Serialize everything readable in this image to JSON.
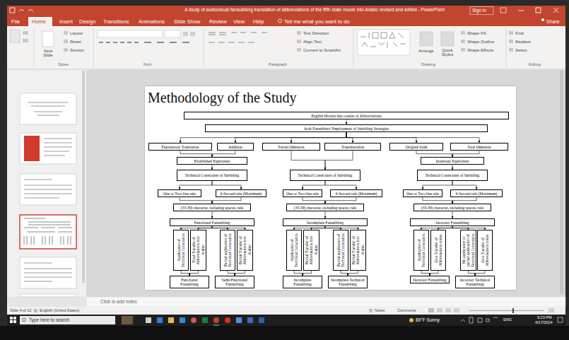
{
  "diagram": {
    "title": "Methodology of the Study",
    "nodes": [
      {
        "text": [
          "English Movies that consist of Abbreviations"
        ]
      },
      {
        "text": [
          "Arab Fansubbers' Employment of Subtitling Strategies"
        ]
      },
      {
        "text": [
          "Explanatory Translation"
        ]
      },
      {
        "text": [
          "Addition"
        ]
      },
      {
        "text": [
          "Partial Omission"
        ]
      },
      {
        "text": [
          "Transliteration"
        ]
      },
      {
        "text": [
          "Original form"
        ]
      },
      {
        "text": [
          "Total Omission"
        ]
      },
      {
        "text": [
          "Established Equivalent"
        ]
      },
      {
        "text": [
          "Irrelevant Equivalent"
        ]
      },
      {
        "text": [
          "Technical Constraints of Subtitling"
        ]
      },
      {
        "text": [
          "One or Two-line rule"
        ]
      },
      {
        "text": [
          "6-Second rule (Maximum)"
        ]
      },
      {
        "text": [
          "(33-39) character, including spaces, rule"
        ]
      },
      {
        "text": [
          "Functional Fansubbing"
        ]
      },
      {
        "text": [
          "Application of Technical Constraints"
        ]
      },
      {
        "text": [
          "Total Transfer of Abbreviations into Arabic"
        ]
      },
      {
        "text": [
          "Partial application of Technical Constraints"
        ]
      },
      {
        "text": [
          "Partial Transfer of Abbreviations into Arabic"
        ]
      },
      {
        "text": [
          "Functional Fansubbing"
        ]
      },
      {
        "text": [
          "Semi-Functional Fansubbing"
        ]
      },
      {
        "text": [
          "Technical Constraints of Subtitling"
        ]
      },
      {
        "text": [
          "One or Two-line rule"
        ]
      },
      {
        "text": [
          "6-Second rule (Maximum)"
        ]
      },
      {
        "text": [
          "(33-39) character, including spaces, rule"
        ]
      },
      {
        "text": [
          "Incomplete Fansubbing"
        ]
      },
      {
        "text": [
          "Application of Technical Constraints"
        ]
      },
      {
        "text": [
          "Partial Transfer of Abbreviations into Arabic"
        ]
      },
      {
        "text": [
          "Partial application of Technical Constraints"
        ]
      },
      {
        "text": [
          "Partial Transfer of Abbreviations into Arabic"
        ]
      },
      {
        "text": [
          "Incomplete Fansubbing"
        ]
      },
      {
        "text": [
          "Incomplete Technical Fansubbing"
        ]
      },
      {
        "text": [
          "Technical Constraints of Subtitling"
        ]
      },
      {
        "text": [
          "One or Two-line rule"
        ]
      },
      {
        "text": [
          "6-Second rule (Maximum)"
        ]
      },
      {
        "text": [
          "(33-39) character, including spaces, rule"
        ]
      },
      {
        "text": [
          "Incorrect Fansubbing"
        ]
      },
      {
        "text": [
          "Application of Technical Constraints"
        ]
      },
      {
        "text": [
          "Zero Transfer of Abbreviations codes"
        ]
      },
      {
        "text": [
          "No application or partial application of Technical Constraints"
        ]
      },
      {
        "text": [
          "Zero Transfer of Abbreviations codes"
        ]
      },
      {
        "text": [
          "Incorrect Fansubbing"
        ]
      },
      {
        "text": [
          "Incorrect Technical Fansubbing"
        ]
      }
    ],
    "edges": [
      {
        "from": 0,
        "to": 1,
        "arrow": "to"
      },
      {
        "from": 1,
        "to": 2,
        "arrow": "to"
      },
      {
        "from": 1,
        "to": 3,
        "arrow": "to"
      },
      {
        "from": 1,
        "to": 4,
        "arrow": "to"
      },
      {
        "from": 1,
        "to": 5,
        "arrow": "to"
      },
      {
        "from": 1,
        "to": 6,
        "arrow": "to"
      },
      {
        "from": 1,
        "to": 7,
        "arrow": "to"
      },
      {
        "from": 2,
        "to": 8,
        "arrow": "to"
      },
      {
        "from": 3,
        "to": 8,
        "arrow": "to"
      },
      {
        "from": 6,
        "to": 9,
        "arrow": "to"
      },
      {
        "from": 7,
        "to": 9,
        "arrow": "to"
      },
      {
        "from": 8,
        "to": 10,
        "arrow": "to"
      },
      {
        "from": 4,
        "to": 21,
        "arrow": "to"
      },
      {
        "from": 5,
        "to": 21,
        "arrow": "to"
      },
      {
        "from": 9,
        "to": 32,
        "arrow": "to"
      },
      {
        "from": 10,
        "to": 11,
        "arrow": "to"
      },
      {
        "from": 10,
        "to": 12,
        "arrow": "to"
      },
      {
        "from": 11,
        "to": 13,
        "arrow": "to"
      },
      {
        "from": 12,
        "to": 13,
        "arrow": "to"
      },
      {
        "from": 13,
        "to": 14,
        "arrow": "to"
      },
      {
        "from": 14,
        "to": 15,
        "arrow": "to"
      },
      {
        "from": 14,
        "to": 16,
        "arrow": "to"
      },
      {
        "from": 14,
        "to": 17,
        "arrow": "to"
      },
      {
        "from": 14,
        "to": 18,
        "arrow": "to"
      },
      {
        "from": 15,
        "to": 19,
        "arrow": "to"
      },
      {
        "from": 16,
        "to": 19,
        "arrow": "to"
      },
      {
        "from": 17,
        "to": 20,
        "arrow": "to"
      },
      {
        "from": 18,
        "to": 20,
        "arrow": "to"
      },
      {
        "from": 21,
        "to": 22,
        "arrow": "to"
      },
      {
        "from": 21,
        "to": 23,
        "arrow": "to"
      },
      {
        "from": 22,
        "to": 24,
        "arrow": "to"
      },
      {
        "from": 23,
        "to": 24,
        "arrow": "to"
      },
      {
        "from": 24,
        "to": 25,
        "arrow": "to"
      },
      {
        "from": 25,
        "to": 26,
        "arrow": "to"
      },
      {
        "from": 25,
        "to": 27,
        "arrow": "to"
      },
      {
        "from": 25,
        "to": 28,
        "arrow": "to"
      },
      {
        "from": 25,
        "to": 29,
        "arrow": "to"
      },
      {
        "from": 26,
        "to": 30,
        "arrow": "to"
      },
      {
        "from": 27,
        "to": 30,
        "arrow": "to"
      },
      {
        "from": 28,
        "to": 31,
        "arrow": "to"
      },
      {
        "from": 29,
        "to": 31,
        "arrow": "to"
      },
      {
        "from": 32,
        "to": 33,
        "arrow": "to"
      },
      {
        "from": 32,
        "to": 34,
        "arrow": "to"
      },
      {
        "from": 33,
        "to": 35,
        "arrow": "to"
      },
      {
        "from": 34,
        "to": 35,
        "arrow": "to"
      },
      {
        "from": 35,
        "to": 36,
        "arrow": "to"
      },
      {
        "from": 36,
        "to": 37,
        "arrow": "to"
      },
      {
        "from": 36,
        "to": 38,
        "arrow": "to"
      },
      {
        "from": 36,
        "to": 39,
        "arrow": "to"
      },
      {
        "from": 36,
        "to": 40,
        "arrow": "to"
      },
      {
        "from": 37,
        "to": 41,
        "arrow": "to"
      },
      {
        "from": 38,
        "to": 41,
        "arrow": "to"
      },
      {
        "from": 39,
        "to": 42,
        "arrow": "to"
      },
      {
        "from": 40,
        "to": 42,
        "arrow": "to"
      }
    ],
    "labels": [
      "A study of audiovisual fansubbing translation of abbreviations of the fifth state movie into Arabic revised and edited - PowerPoint",
      "Sign in",
      "File",
      "Home",
      "Insert",
      "Design",
      "Transitions",
      "Animations",
      "Slide Show",
      "Review",
      "View",
      "Help",
      "Tell me what you want to do",
      "Share",
      "New Slide",
      "Layout",
      "Reset",
      "Section",
      "Slides",
      "Font",
      "Paragraph",
      "Text Direction",
      "Align Text",
      "Convert to SmartArt",
      "Drawing",
      "Arrange",
      "Quick Styles",
      "Shape Fill",
      "Shape Outline",
      "Shape Effects",
      "Find",
      "Replace",
      "Select",
      "Editing",
      "Click to add notes",
      "Slide 4 of 12",
      "English (United States)",
      "Notes",
      "Comments",
      "Type here to search",
      "89°F Sunny",
      "ENG",
      "9:23 PM",
      "4/17/2024"
    ]
  }
}
